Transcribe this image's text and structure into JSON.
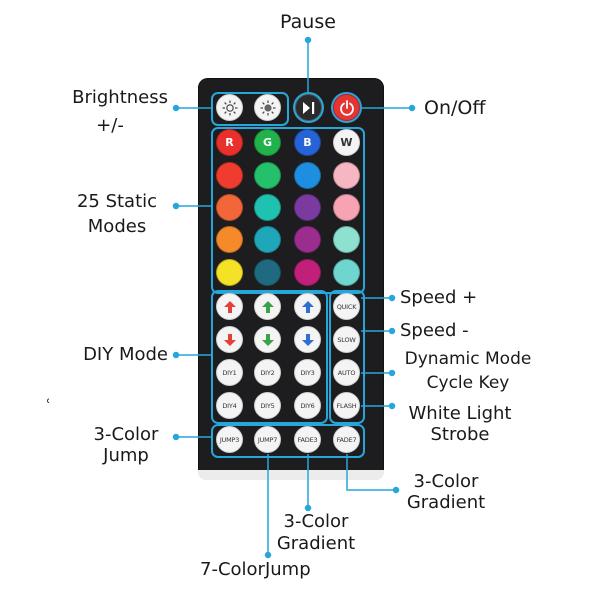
{
  "labels": {
    "pause": "Pause",
    "brightness_1": "Brightness",
    "brightness_2": "+/-",
    "onoff": "On/Off",
    "static_1": "25 Static",
    "static_2": "Modes",
    "speed_up": "Speed +",
    "speed_down": "Speed -",
    "dynamic_1": "Dynamic Mode",
    "dynamic_2": "Cycle Key",
    "diy_mode": "DIY Mode",
    "white_1": "White Light",
    "white_2": "Strobe",
    "color3_jump_1": "3-Color",
    "color3_jump_2": "Jump",
    "gradient_right_1": "3-Color",
    "gradient_right_2": "Gradient",
    "gradient_bottom_1": "3-Color",
    "gradient_bottom_2": "Gradient",
    "color7_jump": "7-ColorJump",
    "stray_mark": "ʿ"
  },
  "buttons": {
    "r": "R",
    "g": "G",
    "b": "B",
    "w": "W",
    "quick": "QUICK",
    "slow": "SLOW",
    "auto": "AUTO",
    "flash": "FLASH",
    "diy1": "DIY1",
    "diy2": "DIY2",
    "diy3": "DIY3",
    "diy4": "DIY4",
    "diy5": "DIY5",
    "diy6": "DIY6",
    "jump3": "JUMP3",
    "jump7": "JUMP7",
    "fade3": "FADE3",
    "fade7": "FADE7"
  },
  "colors": {
    "accent": "#27a6da",
    "remote_body": "#1d1d1f",
    "arrow_up": "#e0423a",
    "arrow_green": "#3aa34a",
    "arrow_blue": "#2f6fd1",
    "static_rows": [
      [
        "#e9302c",
        "#21b24b",
        "#2563d6",
        "#ffffff"
      ],
      [
        "#f03b2f",
        "#25c06a",
        "#1e8fe0",
        "#f7b7c2"
      ],
      [
        "#f2663a",
        "#1fc2b0",
        "#7b3aa0",
        "#f7a3b3"
      ],
      [
        "#f58a2a",
        "#1fa6b8",
        "#9b2d8f",
        "#8ee0d0"
      ],
      [
        "#f5e227",
        "#1f6a80",
        "#c0207a",
        "#6fd6cf"
      ]
    ]
  }
}
